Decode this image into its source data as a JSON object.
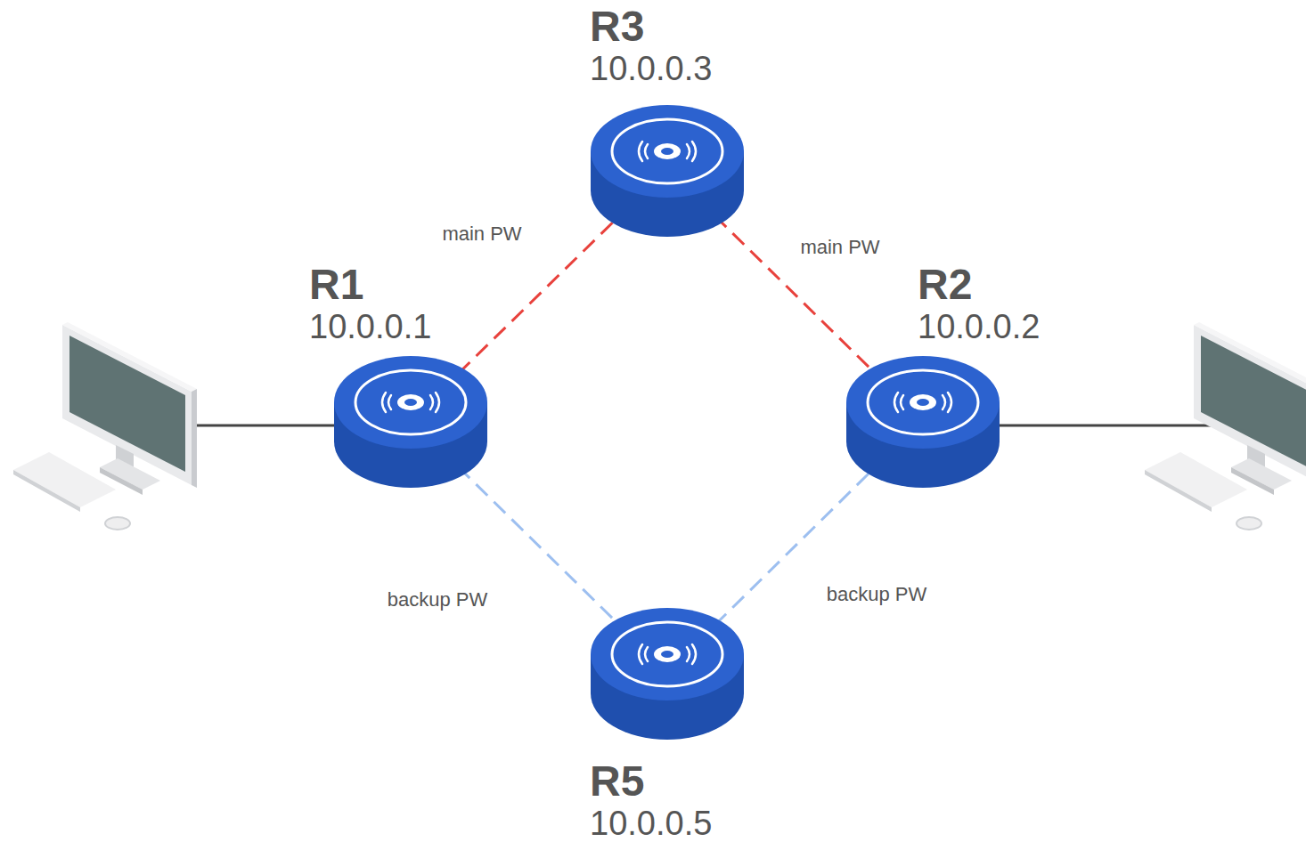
{
  "diagram": {
    "nodes": [
      {
        "text": [
          "R3",
          "10.0.0.3"
        ]
      },
      {
        "text": [
          "R1",
          "10.0.0.1"
        ]
      },
      {
        "text": [
          "R2",
          "10.0.0.2"
        ]
      },
      {
        "text": [
          "R5",
          "10.0.0.5"
        ]
      }
    ],
    "edges": [
      {
        "from": 1,
        "to": 0,
        "arrow": "none",
        "label": "main PW"
      },
      {
        "from": 0,
        "to": 2,
        "arrow": "none",
        "label": "main PW"
      },
      {
        "from": 1,
        "to": 3,
        "arrow": "none",
        "label": "backup PW"
      },
      {
        "from": 3,
        "to": 2,
        "arrow": "none",
        "label": "backup PW"
      }
    ]
  }
}
